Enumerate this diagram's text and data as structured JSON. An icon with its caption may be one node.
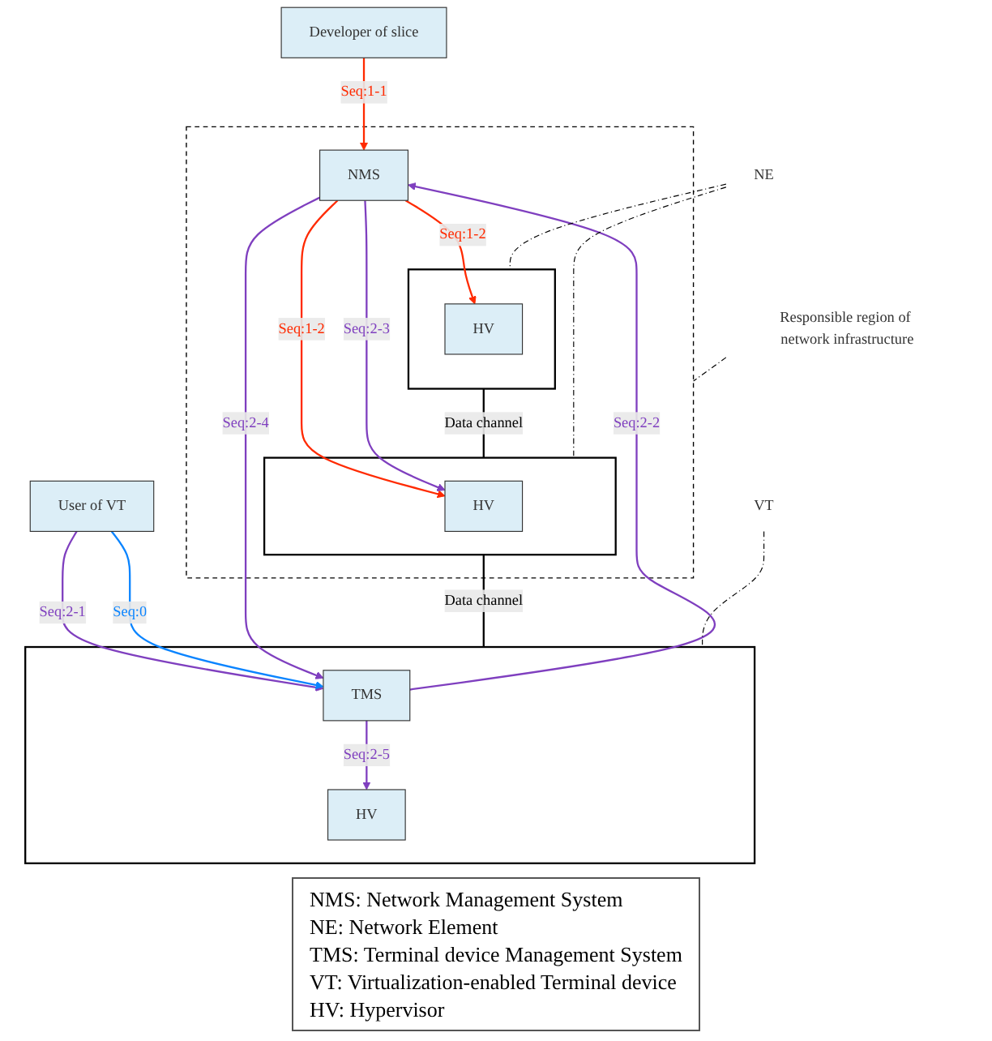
{
  "diagram": {
    "nodes": [
      {
        "text": [
          "Developer of slice"
        ]
      },
      {
        "text": [
          "User of VT"
        ]
      },
      {
        "text": [],
        "shape": "box"
      },
      {
        "text": [
          "NMS"
        ],
        "in": 2
      },
      {
        "text": [],
        "shape": "box",
        "in": 2
      },
      {
        "text": [
          "HV"
        ],
        "in": 4
      },
      {
        "text": [],
        "shape": "box",
        "in": 2
      },
      {
        "text": [
          "HV"
        ],
        "in": 6
      },
      {
        "text": [],
        "shape": "box"
      },
      {
        "text": [
          "TMS"
        ],
        "in": 8
      },
      {
        "text": [
          "HV"
        ],
        "in": 8
      },
      {
        "text": [
          "NE"
        ]
      },
      {
        "text": [
          "VT"
        ]
      },
      {
        "text": [
          "Responsible region of network infrastructure"
        ]
      }
    ],
    "edges": [
      {
        "from": 0,
        "to": 3,
        "arrow": "to",
        "label": "Seq:1-1",
        "color": "#ff2a00"
      },
      {
        "from": 1,
        "to": 9,
        "arrow": "to",
        "label": "Seq:2-1",
        "color": "#7f3fbf"
      },
      {
        "from": 1,
        "to": 9,
        "arrow": "to",
        "label": "Seq:0",
        "color": "#0a84ff"
      },
      {
        "from": 9,
        "to": 3,
        "arrow": "to",
        "label": "Seq:2-2",
        "color": "#7f3fbf"
      },
      {
        "from": 3,
        "to": 9,
        "arrow": "to",
        "label": "Seq:2-4",
        "color": "#7f3fbf"
      },
      {
        "from": 3,
        "to": 5,
        "arrow": "to",
        "label": "Seq:1-2",
        "color": "#ff2a00"
      },
      {
        "from": 3,
        "to": 7,
        "arrow": "to",
        "label": "Seq:1-2",
        "color": "#ff2a00"
      },
      {
        "from": 3,
        "to": 7,
        "arrow": "to",
        "label": "Seq:2-3",
        "color": "#7f3fbf"
      },
      {
        "from": 9,
        "to": 10,
        "arrow": "to",
        "label": "Seq:2-5",
        "color": "#7f3fbf"
      },
      {
        "from": 4,
        "to": 6,
        "arrow": "none",
        "label": "Data channel"
      },
      {
        "from": 6,
        "to": 8,
        "arrow": "none",
        "label": "Data channel"
      },
      {
        "from": 11,
        "to": 4,
        "arrow": "none",
        "style": "dashed"
      },
      {
        "from": 11,
        "to": 6,
        "arrow": "none",
        "style": "dashed"
      },
      {
        "from": 12,
        "to": 8,
        "arrow": "none",
        "style": "dashed"
      },
      {
        "from": 13,
        "to": 2,
        "arrow": "none",
        "style": "dashed"
      }
    ],
    "labels": [
      "NMS: Network Management System",
      "NE: Network Element",
      "TMS: Terminal device Management System",
      "VT: Virtualization-enabled Terminal device",
      "HV: Hypervisor"
    ]
  }
}
